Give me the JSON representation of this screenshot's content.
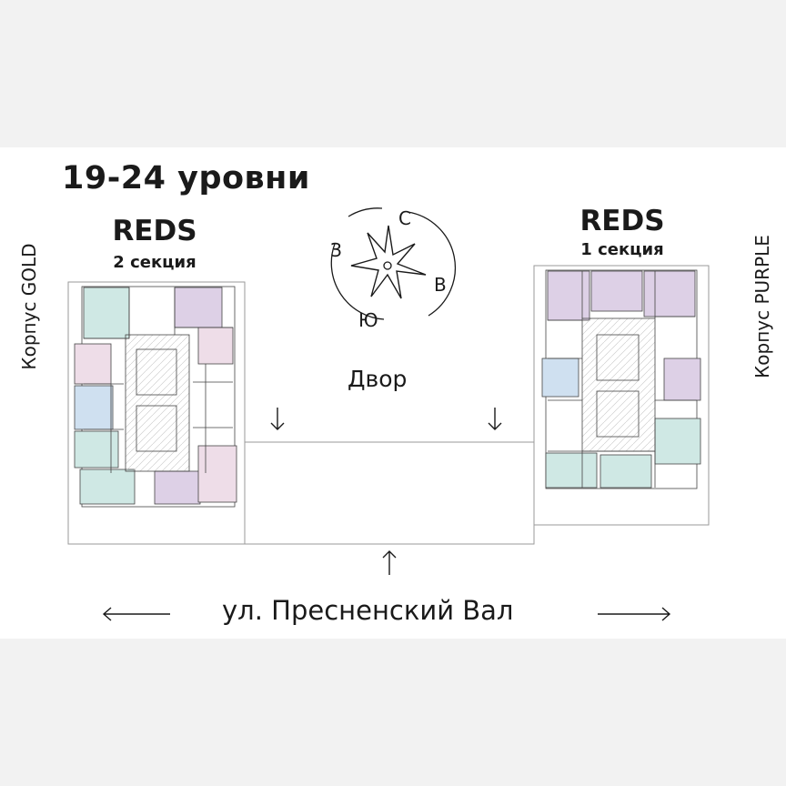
{
  "title": "19-24 уровни",
  "left_section": {
    "name": "REDS",
    "subtitle": "2 секция"
  },
  "right_section": {
    "name": "REDS",
    "subtitle": "1 секция"
  },
  "left_building": "Корпус GOLD",
  "right_building": "Корпус PURPLE",
  "compass": {
    "north": "С",
    "east": "В",
    "south": "Ю",
    "west": "З"
  },
  "yard_label": "Двор",
  "street_label": "ул. Пресненский Вал",
  "colors": {
    "text": "#1a1a1a",
    "apt_teal": "#cfe8e4",
    "apt_purple": "#ddd0e6",
    "apt_blue": "#cfe0f0",
    "apt_pink": "#eedde8",
    "background": "#f2f2f2"
  }
}
